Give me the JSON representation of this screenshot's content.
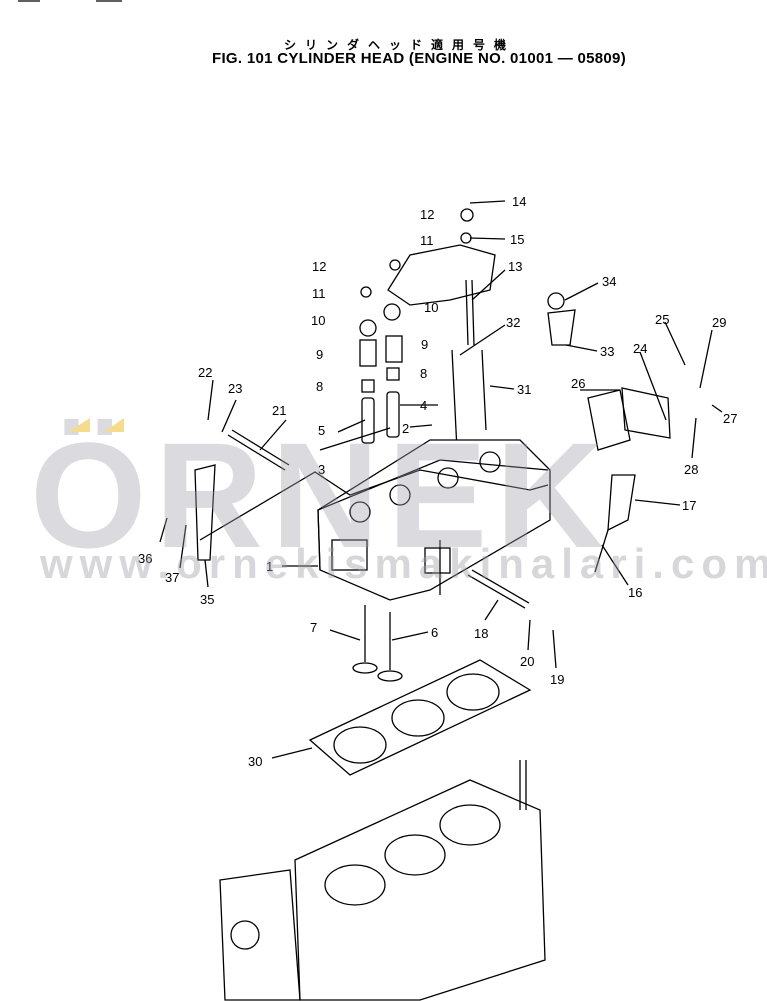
{
  "header": {
    "japanese_title": "シリンダヘッド適用号機",
    "title": "FIG. 101  CYLINDER HEAD (ENGINE NO. 01001 — 05809)"
  },
  "watermark": {
    "brand": "ÖRNEK",
    "url": "www.ornekismakinalari.com.tr",
    "accent_color": "#f5dc8c"
  },
  "callouts": [
    "14",
    "15",
    "12",
    "11",
    "13",
    "12",
    "11",
    "10",
    "10",
    "34",
    "32",
    "9",
    "9",
    "8",
    "8",
    "33",
    "25",
    "29",
    "24",
    "22",
    "23",
    "31",
    "26",
    "4",
    "5",
    "21",
    "2",
    "27",
    "3",
    "28",
    "17",
    "36",
    "37",
    "1",
    "35",
    "16",
    "18",
    "7",
    "6",
    "20",
    "19",
    "30"
  ]
}
